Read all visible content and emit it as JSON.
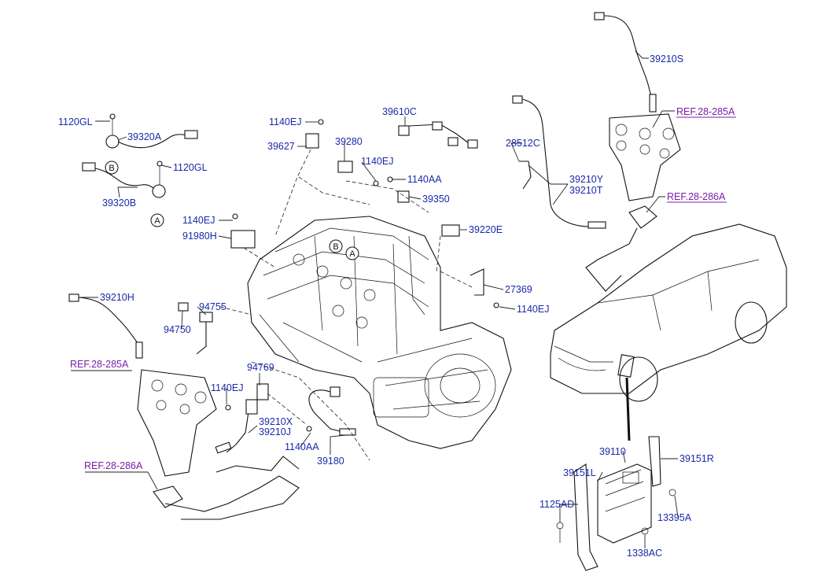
{
  "diagram": {
    "labels": {
      "l39210S": "39210S",
      "ref28_285A_right": "REF.28-285A",
      "ref28_286A_right": "REF.28-286A",
      "l28512C": "28512C",
      "l39210Y": "39210Y",
      "l39210T": "39210T",
      "l39610C": "39610C",
      "l1140EJ_top": "1140EJ",
      "l39627": "39627",
      "l39280": "39280",
      "l1140EJ_mid": "1140EJ",
      "l1140AA_top": "1140AA",
      "l39350": "39350",
      "l1120GL_top": "1120GL",
      "l39320A": "39320A",
      "l1120GL_bot": "1120GL",
      "l39320B": "39320B",
      "l1140EJ_left": "1140EJ",
      "l91980H": "91980H",
      "l39220E": "39220E",
      "l27369": "27369",
      "l1140EJ_right": "1140EJ",
      "l39210H": "39210H",
      "l94755": "94755",
      "l94750": "94750",
      "ref28_285A_left": "REF.28-285A",
      "l94769": "94769",
      "l1140EJ_low": "1140EJ",
      "l39210X": "39210X",
      "l39210J": "39210J",
      "l1140AA_low": "1140AA",
      "l39180": "39180",
      "ref28_286A_left": "REF.28-286A",
      "l39110": "39110",
      "l39151R": "39151R",
      "l39151L": "39151L",
      "l1125AD": "1125AD",
      "l13395A": "13395A",
      "l1338AC": "1338AC"
    },
    "markers": {
      "A_left": "A",
      "B_left": "B",
      "A_engine": "A",
      "B_engine": "B"
    }
  }
}
